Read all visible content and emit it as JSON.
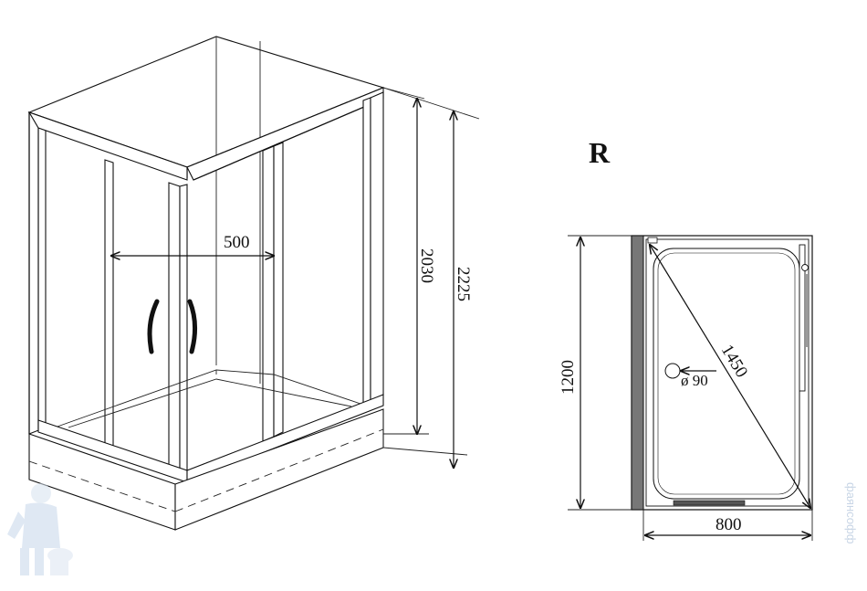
{
  "iso_view": {
    "width_label": "500",
    "height_inner_label": "2030",
    "height_total_label": "2225"
  },
  "plan_view": {
    "orientation_label": "R",
    "depth_label": "1200",
    "width_label": "800",
    "diagonal_label": "1450",
    "drain_label": "ø 90"
  },
  "watermark": {
    "text": "фаянсофф"
  }
}
